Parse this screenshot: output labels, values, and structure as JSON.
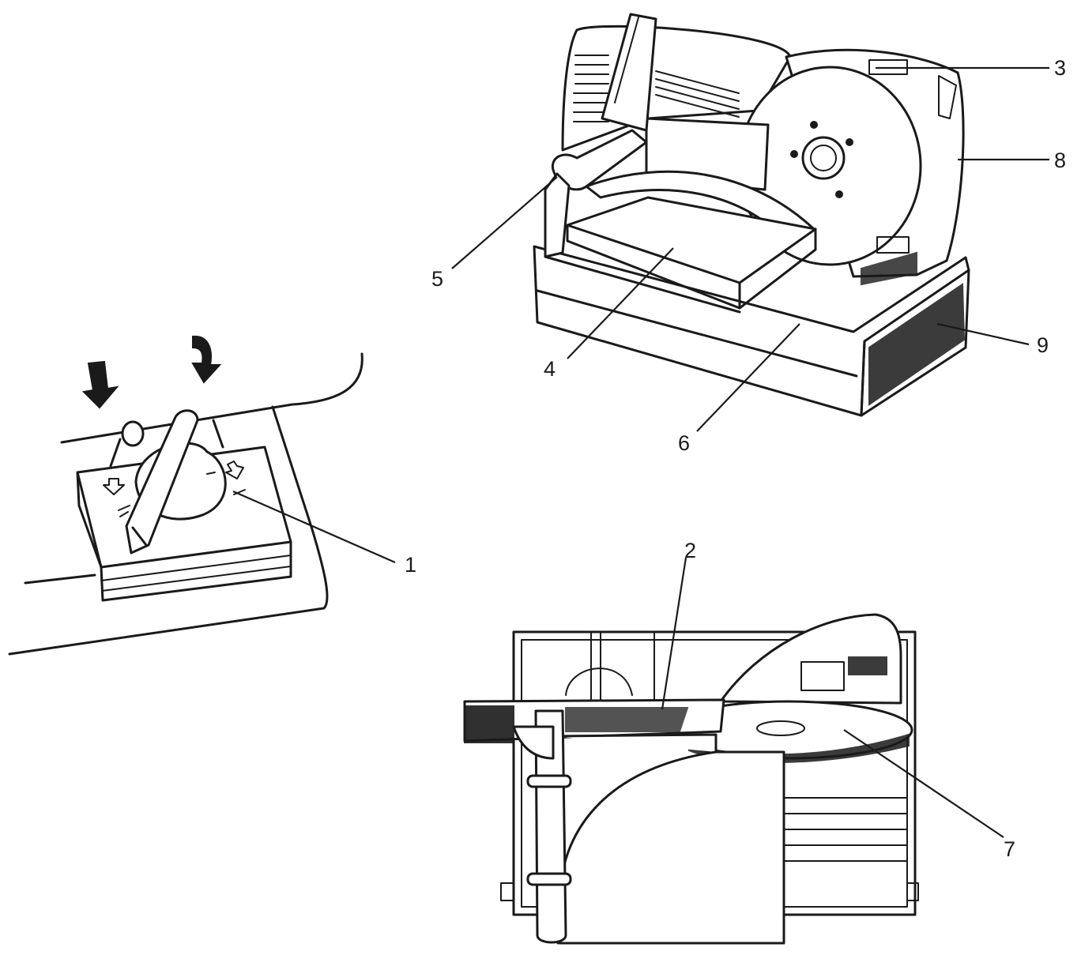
{
  "callouts": [
    {
      "id": "1",
      "text": "1"
    },
    {
      "id": "2",
      "text": "2"
    },
    {
      "id": "3",
      "text": "3"
    },
    {
      "id": "4",
      "text": "4"
    },
    {
      "id": "5",
      "text": "5"
    },
    {
      "id": "6",
      "text": "6"
    },
    {
      "id": "7",
      "text": "7"
    },
    {
      "id": "8",
      "text": "8"
    },
    {
      "id": "9",
      "text": "9"
    }
  ],
  "icons": [
    "press-arrow-icon",
    "direction-arrow-icon",
    "blade-center-icon"
  ]
}
